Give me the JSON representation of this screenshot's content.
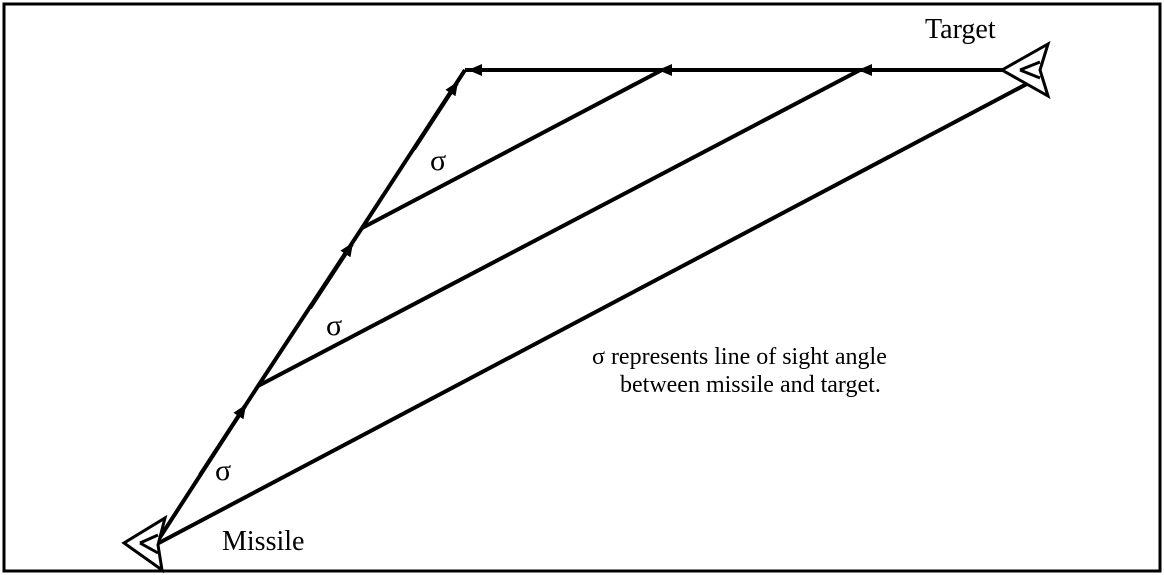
{
  "labels": {
    "target": "Target",
    "missile": "Missile",
    "sigma": "σ",
    "note_line1": "σ represents line of sight angle",
    "note_line2": "between missile and target."
  },
  "colors": {
    "stroke": "#000000",
    "background": "#ffffff"
  }
}
